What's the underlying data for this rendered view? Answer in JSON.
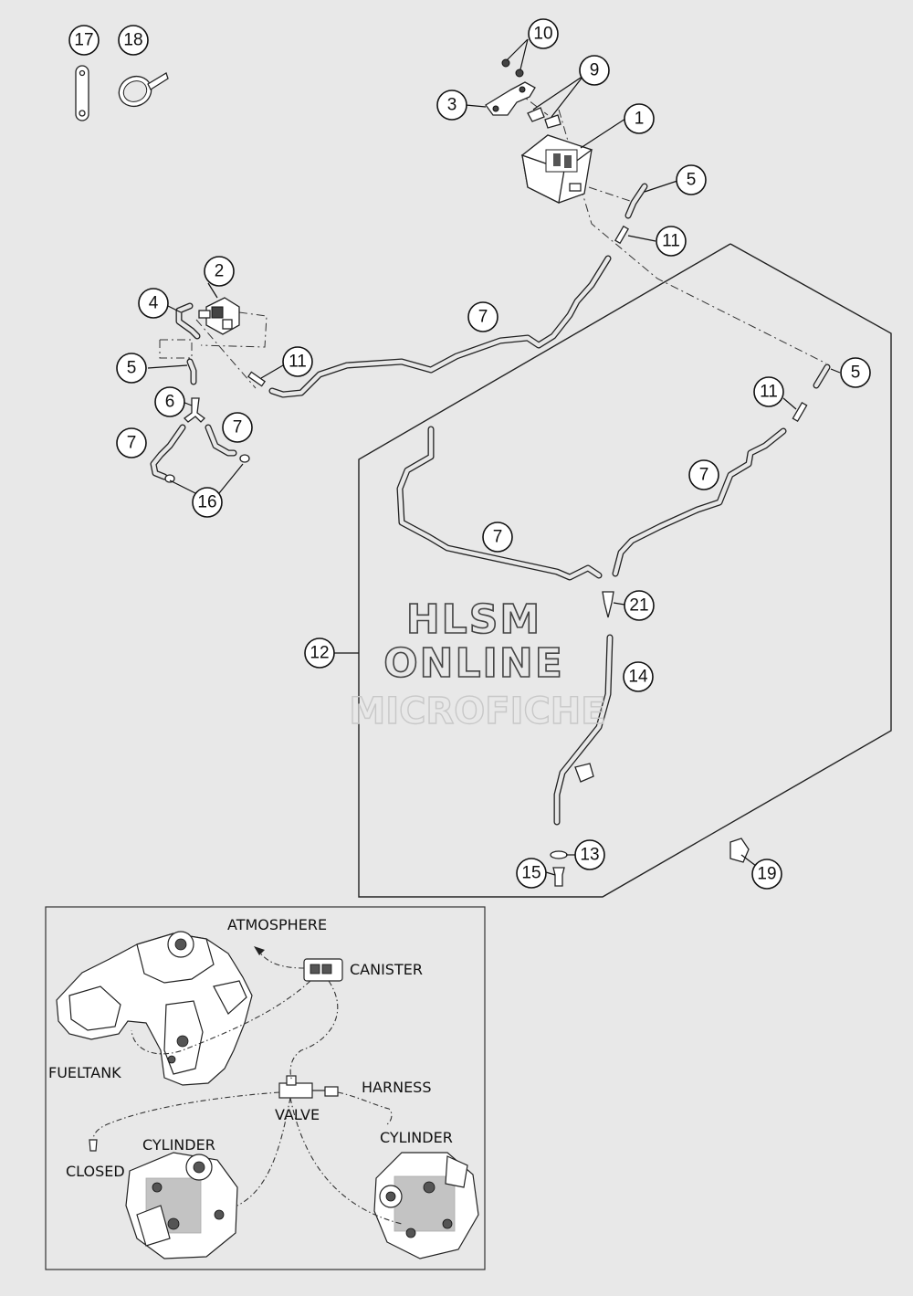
{
  "callouts": [
    {
      "id": "c1",
      "label": "1"
    },
    {
      "id": "c2",
      "label": "2"
    },
    {
      "id": "c3",
      "label": "3"
    },
    {
      "id": "c4",
      "label": "4"
    },
    {
      "id": "c5a",
      "label": "5"
    },
    {
      "id": "c5b",
      "label": "5"
    },
    {
      "id": "c5c",
      "label": "5"
    },
    {
      "id": "c6",
      "label": "6"
    },
    {
      "id": "c7a",
      "label": "7"
    },
    {
      "id": "c7b",
      "label": "7"
    },
    {
      "id": "c7c",
      "label": "7"
    },
    {
      "id": "c7d",
      "label": "7"
    },
    {
      "id": "c7e",
      "label": "7"
    },
    {
      "id": "c9",
      "label": "9"
    },
    {
      "id": "c10",
      "label": "10"
    },
    {
      "id": "c11a",
      "label": "11"
    },
    {
      "id": "c11b",
      "label": "11"
    },
    {
      "id": "c11c",
      "label": "11"
    },
    {
      "id": "c12",
      "label": "12"
    },
    {
      "id": "c13",
      "label": "13"
    },
    {
      "id": "c14",
      "label": "14"
    },
    {
      "id": "c15",
      "label": "15"
    },
    {
      "id": "c16",
      "label": "16"
    },
    {
      "id": "c17",
      "label": "17"
    },
    {
      "id": "c18",
      "label": "18"
    },
    {
      "id": "c19",
      "label": "19"
    },
    {
      "id": "c21",
      "label": "21"
    }
  ],
  "watermark": {
    "line1": "HLSM",
    "line2": "ONLINE",
    "line3": "MICROFICHE"
  },
  "inset": {
    "atmosphere": "ATMOSPHERE",
    "canister": "CANISTER",
    "fueltank": "FUELTANK",
    "harness": "HARNESS",
    "valve": "VALVE",
    "cylinder_left": "CYLINDER",
    "cylinder_right": "CYLINDER",
    "closed": "CLOSED"
  }
}
